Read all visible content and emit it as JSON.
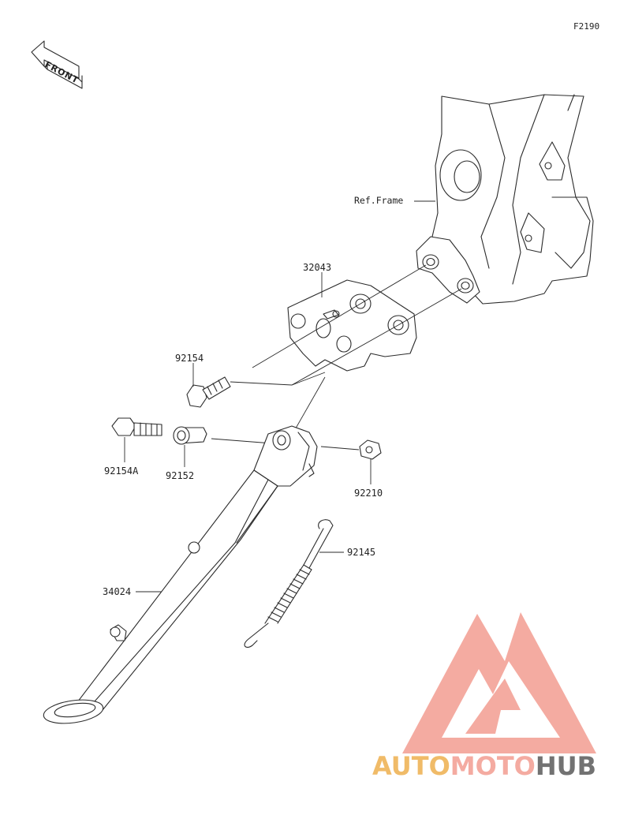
{
  "diagram_code": "F2190",
  "front_label": "FRONT",
  "reference_label": "Ref.Frame",
  "parts": {
    "bracket": "32043",
    "bolt": "92154",
    "bolt_a": "92154A",
    "collar": "92152",
    "nut": "92210",
    "spring": "92145",
    "side_stand": "34024"
  },
  "watermark": {
    "part1": "AUTO",
    "part2": "MOTO",
    "part3": "HUB",
    "color_primary": "#f4a79d",
    "color_secondary": "#f0b860",
    "color_tertiary": "#6b6b6b"
  }
}
